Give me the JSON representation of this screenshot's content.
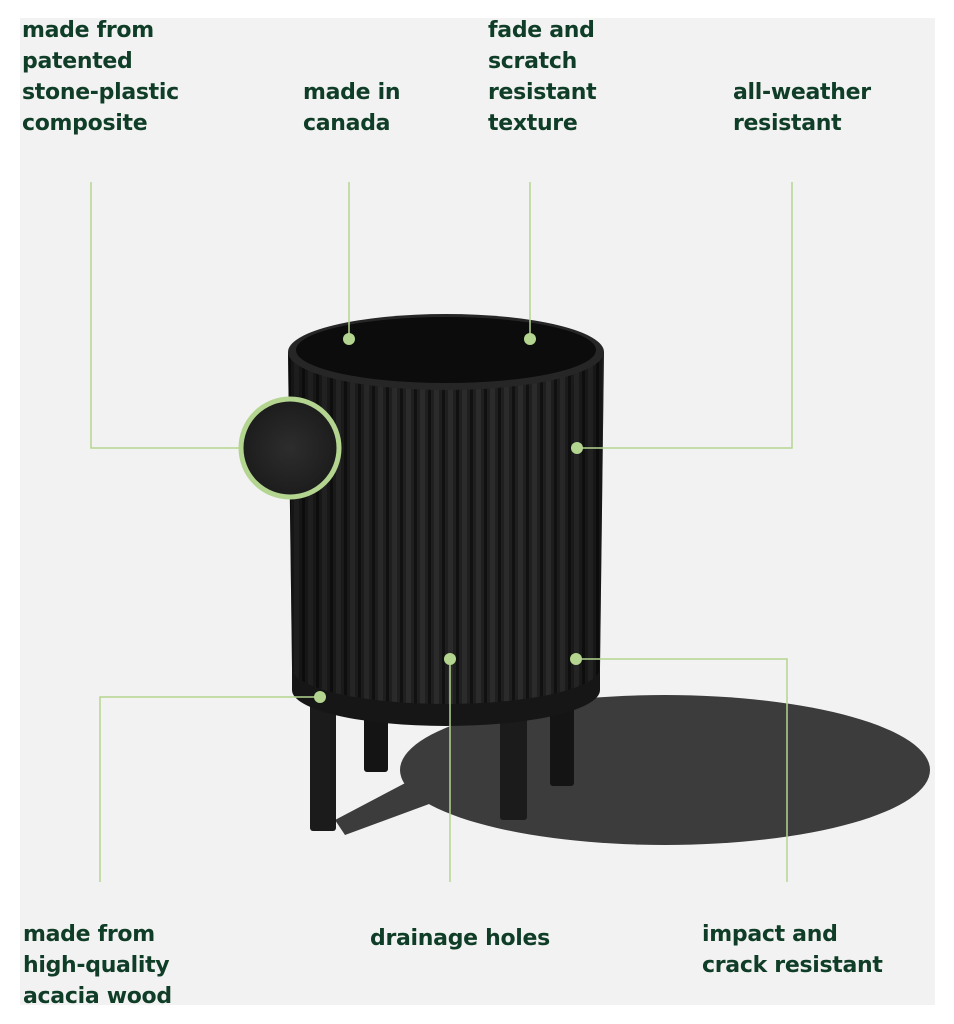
{
  "colors": {
    "text": "#0f3d27",
    "accent": "#b3d58f",
    "background": "#f2f2f2",
    "product": "#1e1e1e"
  },
  "features": {
    "composite": [
      "made from",
      "patented",
      "stone-plastic",
      "composite"
    ],
    "canada": [
      "made in",
      "canada"
    ],
    "texture": [
      "fade and",
      "scratch",
      "resistant",
      "texture"
    ],
    "weather": [
      "all-weather",
      "resistant"
    ],
    "wood": [
      "made from",
      "high-quality",
      "acacia wood"
    ],
    "drainage": [
      "drainage holes"
    ],
    "impact": [
      "impact and",
      "crack resistant"
    ]
  }
}
